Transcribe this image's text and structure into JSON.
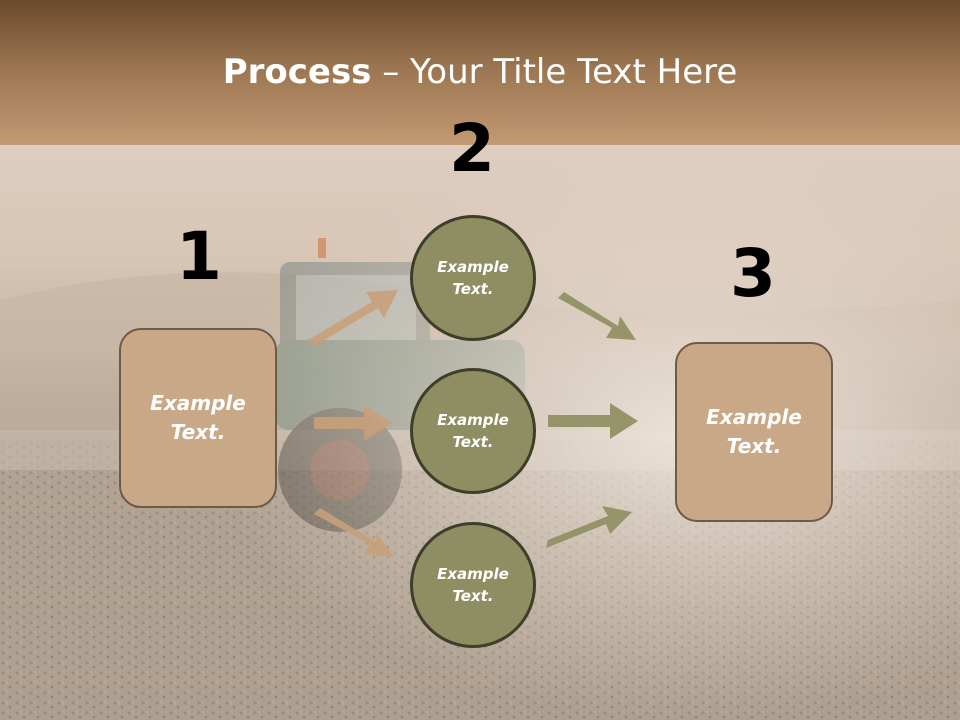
{
  "title": {
    "bold": "Process",
    "rest": " – Your Title Text Here"
  },
  "steps": {
    "one": "1",
    "two": "2",
    "three": "3"
  },
  "left_box": {
    "line1": "Example",
    "line2": "Text."
  },
  "circles": [
    {
      "line1": "Example",
      "line2": "Text."
    },
    {
      "line1": "Example",
      "line2": "Text."
    },
    {
      "line1": "Example",
      "line2": "Text."
    }
  ],
  "right_box": {
    "line1": "Example",
    "line2": "Text."
  },
  "colors": {
    "header": "#9a7450",
    "box": "#c9a888",
    "circle": "#8e8e62",
    "arrow_left": "#c8a07a",
    "arrow_right": "#8e8e60"
  }
}
